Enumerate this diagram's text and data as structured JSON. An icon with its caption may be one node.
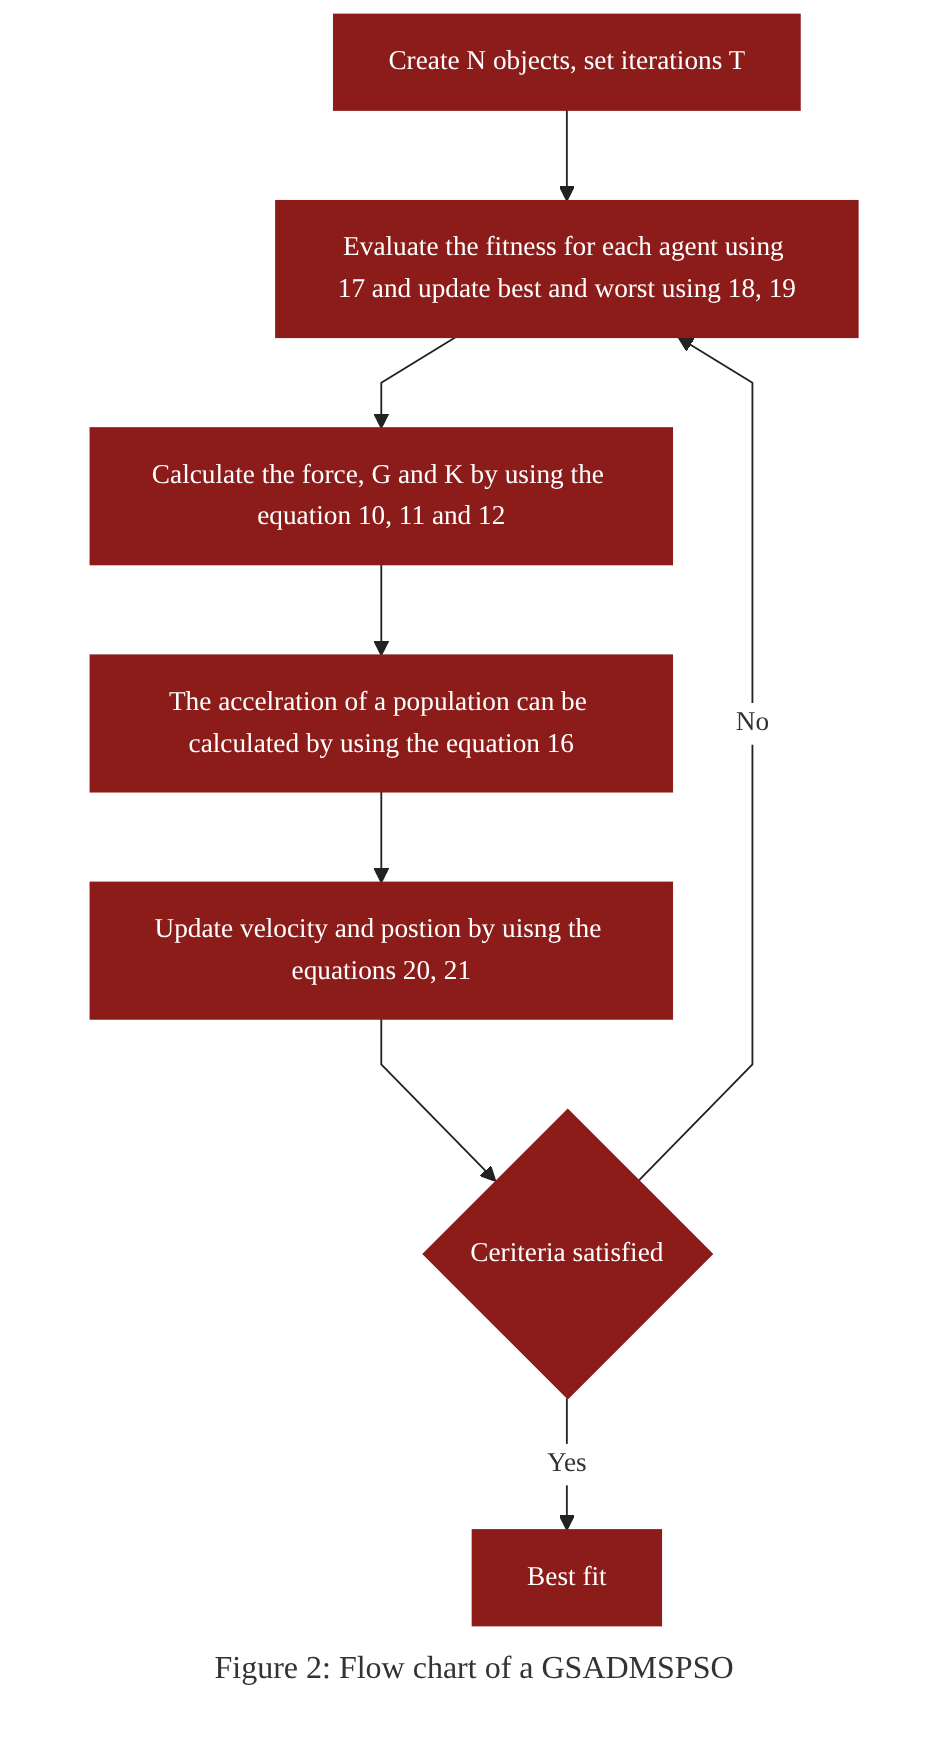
{
  "diagram": {
    "caption": "Figure 2: Flow chart of a GSADMSPSO",
    "nodes": [
      {
        "text": [
          "Create N objects, set iterations T"
        ]
      },
      {
        "text": [
          "Evaluate the fitness for each agent using 17 and update best and worst using 18, 19"
        ]
      },
      {
        "text": [
          "Calculate the force, G and K by using the equation 10, 11 and 12"
        ]
      },
      {
        "text": [
          "The accelration of a population can be calculated by using the equation 16"
        ]
      },
      {
        "text": [
          "Update velocity and postion by uisng the equations 20, 21"
        ]
      },
      {
        "text": [
          "Ceriteria satisfied"
        ]
      },
      {
        "text": [
          "Best fit"
        ]
      }
    ],
    "edges": [
      {
        "from": 0,
        "to": 1,
        "arrow": "to"
      },
      {
        "from": 1,
        "to": 2,
        "arrow": "to"
      },
      {
        "from": 2,
        "to": 3,
        "arrow": "to"
      },
      {
        "from": 3,
        "to": 4,
        "arrow": "to"
      },
      {
        "from": 4,
        "to": 5,
        "arrow": "to"
      },
      {
        "from": 5,
        "to": 6,
        "arrow": "to",
        "label": "Yes"
      },
      {
        "from": 5,
        "to": 1,
        "arrow": "to",
        "label": "No"
      }
    ]
  }
}
